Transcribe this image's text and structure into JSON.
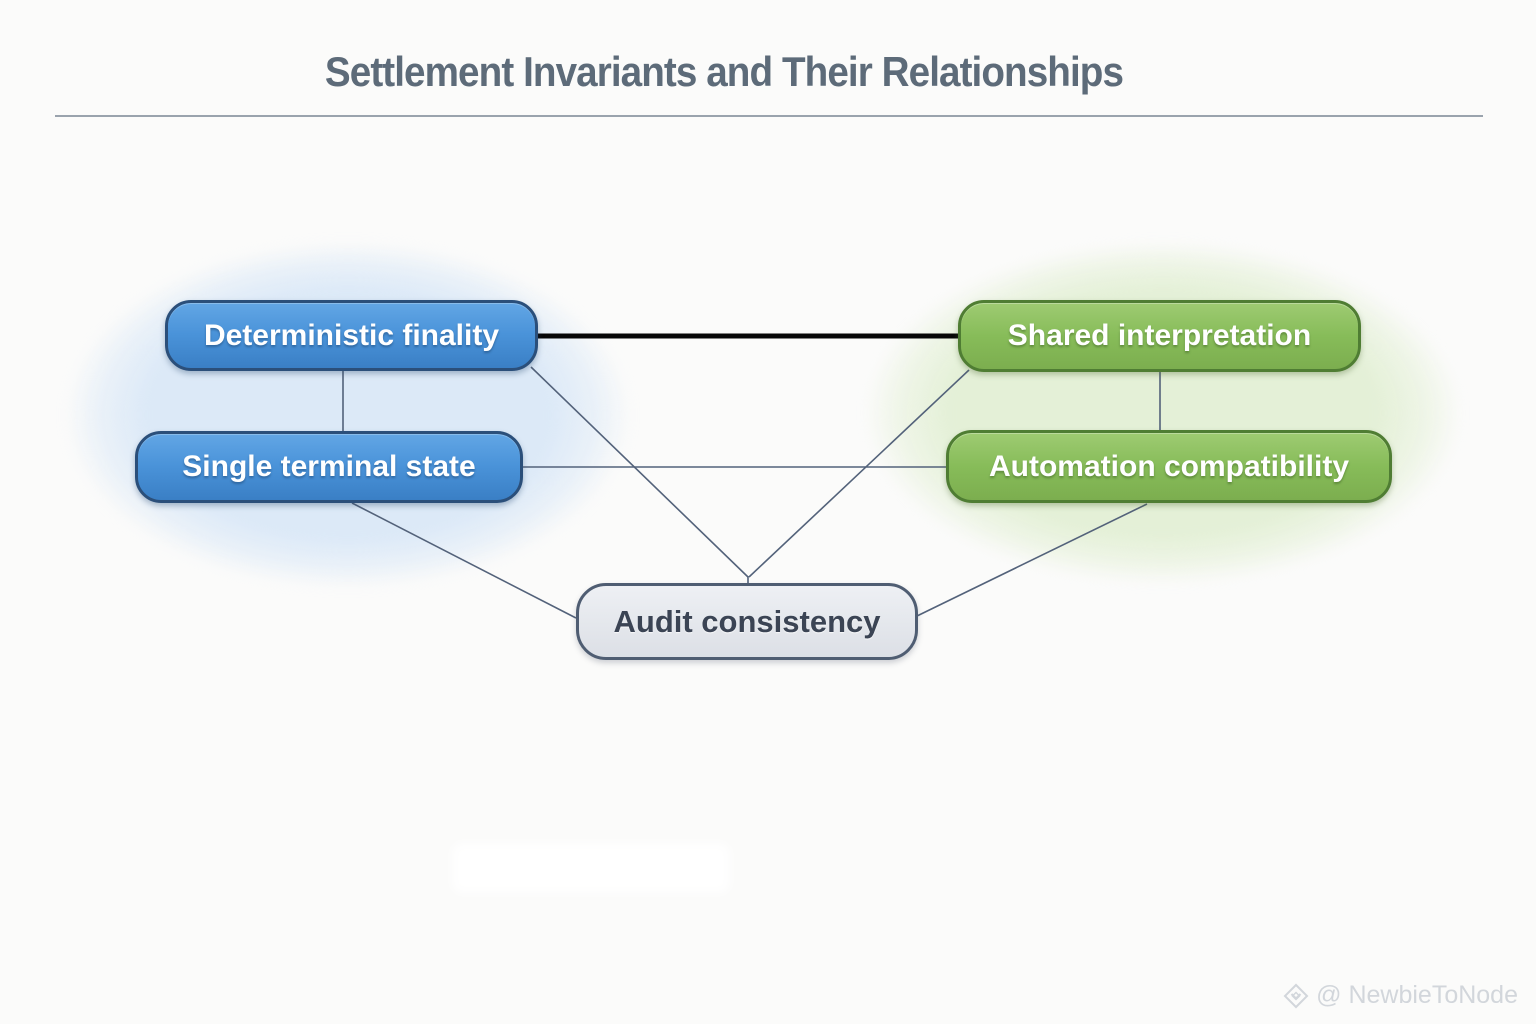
{
  "title": "Settlement Invariants and Their Relationships",
  "diagram": {
    "clusters": [
      {
        "name": "finality-cluster",
        "side": "left",
        "color": "#dce9f7"
      },
      {
        "name": "interpretation-cluster",
        "side": "right",
        "color": "#e4f0d7"
      }
    ],
    "nodes": {
      "deterministic_finality": {
        "label": "Deterministic finality",
        "fill": "#4a93d9",
        "border": "#2b4f7a",
        "text_color": "#ffffff"
      },
      "single_terminal_state": {
        "label": "Single terminal state",
        "fill": "#4a93d9",
        "border": "#2b4f7a",
        "text_color": "#ffffff"
      },
      "shared_interpretation": {
        "label": "Shared interpretation",
        "fill": "#87bc59",
        "border": "#4f7d33",
        "text_color": "#ffffff"
      },
      "automation_compatibility": {
        "label": "Automation compatibility",
        "fill": "#87bc59",
        "border": "#4f7d33",
        "text_color": "#ffffff"
      },
      "audit_consistency": {
        "label": "Audit consistency",
        "fill": "#e4e7ec",
        "border": "#4f5d72",
        "text_color": "#3b4454"
      }
    },
    "edges": [
      {
        "from": "Deterministic finality",
        "to": "Shared interpretation",
        "style": "bold-black"
      },
      {
        "from": "Deterministic finality",
        "to": "Single terminal state",
        "style": "thin"
      },
      {
        "from": "Shared interpretation",
        "to": "Automation compatibility",
        "style": "thin"
      },
      {
        "from": "Single terminal state",
        "to": "Automation compatibility",
        "style": "thin"
      },
      {
        "from": "Deterministic finality",
        "to": "Audit consistency",
        "style": "thin"
      },
      {
        "from": "Shared interpretation",
        "to": "Audit consistency",
        "style": "thin"
      },
      {
        "from": "Single terminal state",
        "to": "Audit consistency",
        "style": "thin"
      },
      {
        "from": "Automation compatibility",
        "to": "Audit consistency",
        "style": "thin"
      }
    ]
  },
  "watermark": {
    "text": "@ NewbieToNode"
  },
  "colors": {
    "background": "#fbfbfa",
    "title_text": "#5d6b79",
    "title_rule": "#9aa3ad",
    "edge_thin": "#53627a",
    "edge_bold": "#070707",
    "watermark_text": "#d2d6db"
  }
}
